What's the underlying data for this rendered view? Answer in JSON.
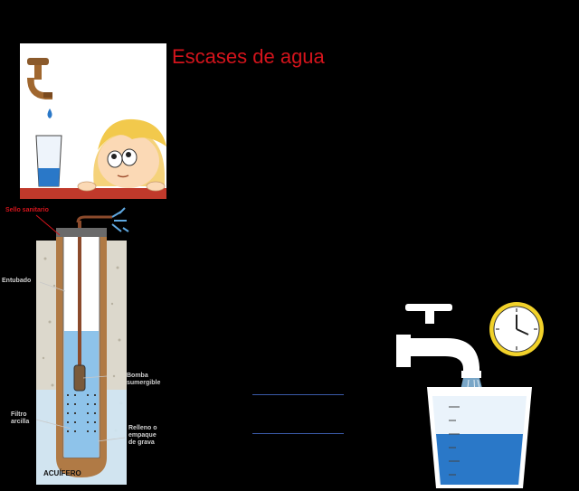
{
  "slide": {
    "title": "Escases de agua"
  },
  "well_diagram": {
    "labels": {
      "sello_sanitario": "Sello sanitario",
      "entubado": "Entubado",
      "bomba_sumergible": "Bomba\nsumergible",
      "filtro_arcilla": "Filtro\narcilla",
      "relleno_empaque": "Relleno o\nempaque\nde grava",
      "acuifero": "ACUÍFERO"
    }
  },
  "colors": {
    "title_red": "#d4141c",
    "water_blue": "#2a78c8",
    "divider_blue": "#3a5aa8",
    "shelf_red": "#c0392b",
    "clock_yellow": "#f2d22a"
  },
  "icons": {
    "scarcity_illustration": "faucet-drop-glass-child",
    "well_illustration": "groundwater-well-cross-section",
    "consumption_illustration": "faucet-clock-measuring-cup"
  }
}
